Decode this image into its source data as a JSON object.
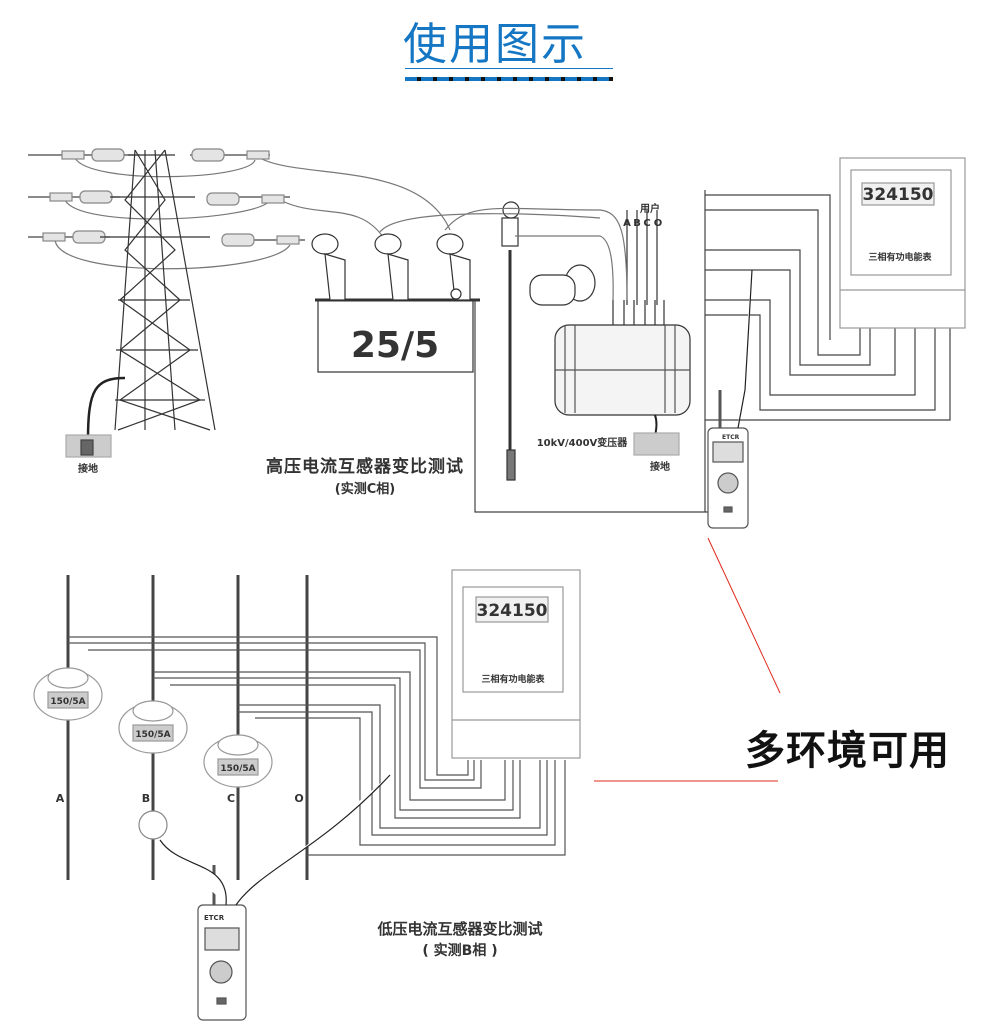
{
  "header": {
    "title": "使用图示"
  },
  "high_voltage_section": {
    "ct_ratio_label": "25/5",
    "transformer_label": "10kV/400V变压器",
    "user_label": "用户",
    "user_phases": [
      "A",
      "B",
      "C",
      "O"
    ],
    "ground_labels": [
      "接地",
      "接地"
    ],
    "meter_reading": "324150",
    "meter_label": "三相有功电能表",
    "device_brand": "ETCR",
    "caption": "高压电流互感器变比测试",
    "sub_caption": "(实测C相)"
  },
  "low_voltage_section": {
    "ct_labels": [
      "150/5A",
      "150/5A",
      "150/5A"
    ],
    "phase_labels": [
      "A",
      "B",
      "C",
      "O"
    ],
    "meter_reading": "324150",
    "meter_label": "三相有功电能表",
    "device_brand": "ETCR",
    "caption": "低压电流互感器变比测试",
    "sub_caption": "( 实测B相 )"
  },
  "feature": {
    "text": "多环境可用"
  },
  "colors": {
    "title_blue": "#1577c4",
    "accent_red": "#e02a1c",
    "line_gray": "#555555"
  }
}
